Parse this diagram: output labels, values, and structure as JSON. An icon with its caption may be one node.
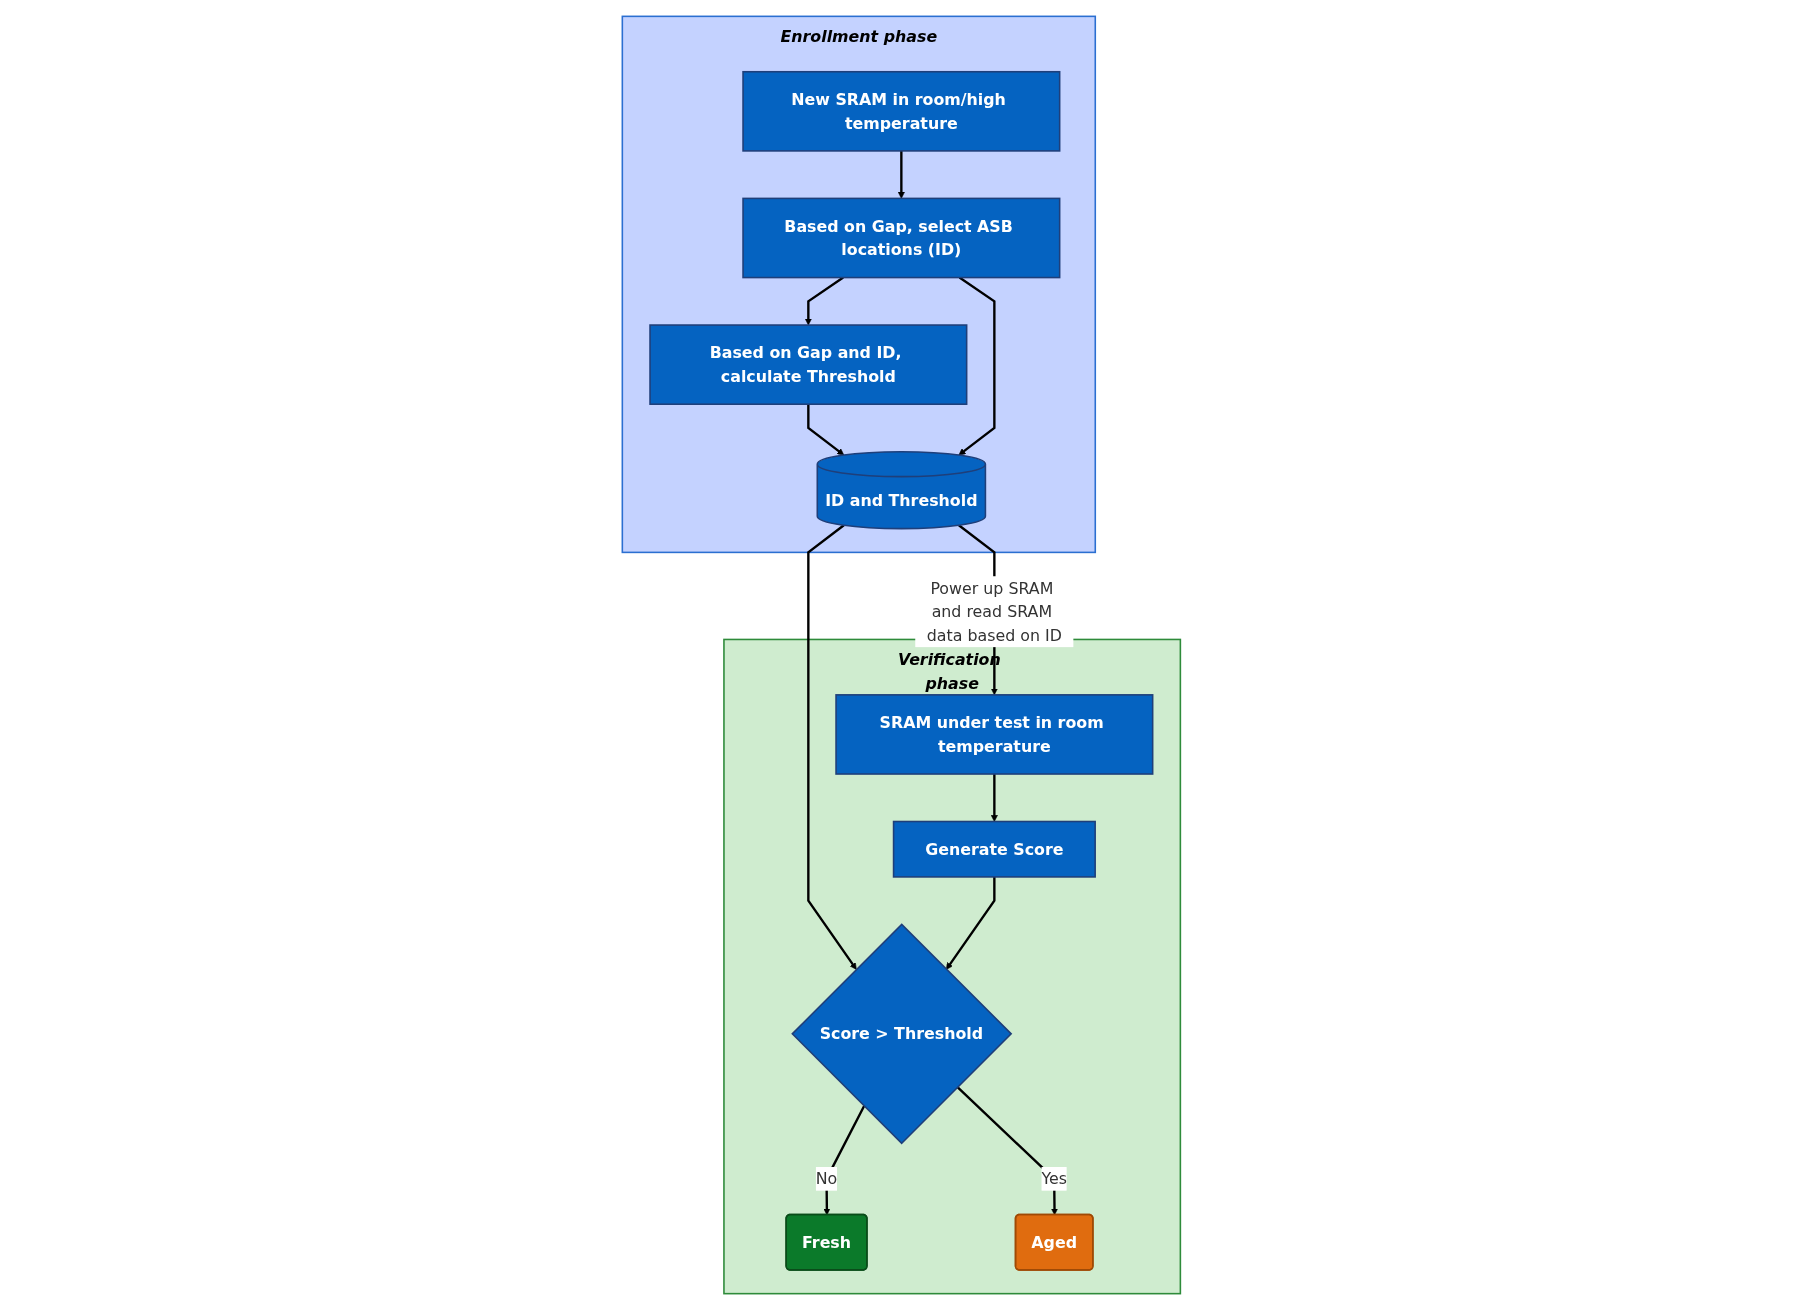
{
  "diagram": {
    "nodes": [
      {
        "text": [
          "Enrollment phase"
        ]
      },
      {
        "text": [
          "Based on Gap and ID, calculate Threshold"
        ],
        "in": 0
      },
      {
        "text": [
          "New SRAM in room/high temperature"
        ],
        "in": 0
      },
      {
        "text": [
          "Based on Gap, select ASB locations (ID)"
        ],
        "in": 0
      },
      {
        "text": [
          "ID and Threshold"
        ],
        "in": 0
      },
      {
        "text": [
          "Verification phase"
        ]
      },
      {
        "text": [
          "Fresh"
        ],
        "in": 5
      },
      {
        "text": [
          "SRAM under test in room temperature"
        ],
        "in": 5
      },
      {
        "text": [
          "Generate Score"
        ],
        "in": 5
      },
      {
        "text": [
          "Score > Threshold"
        ],
        "in": 5
      },
      {
        "text": [
          "Aged"
        ],
        "in": 5
      }
    ],
    "edges": [
      {
        "from": 2,
        "to": 3,
        "arrow": "to"
      },
      {
        "from": 3,
        "to": 1,
        "arrow": "to"
      },
      {
        "from": 1,
        "to": 4,
        "arrow": "to"
      },
      {
        "from": 3,
        "to": 4,
        "arrow": "to"
      },
      {
        "from": 4,
        "to": 7,
        "arrow": "to",
        "label": "Power up SRAM and read SRAM data based on ID"
      },
      {
        "from": 4,
        "to": 9,
        "arrow": "to"
      },
      {
        "from": 7,
        "to": 8,
        "arrow": "to"
      },
      {
        "from": 8,
        "to": 9,
        "arrow": "to"
      },
      {
        "from": 9,
        "to": 6,
        "arrow": "to",
        "label": "No"
      },
      {
        "from": 9,
        "to": 10,
        "arrow": "to",
        "label": "Yes"
      }
    ]
  }
}
